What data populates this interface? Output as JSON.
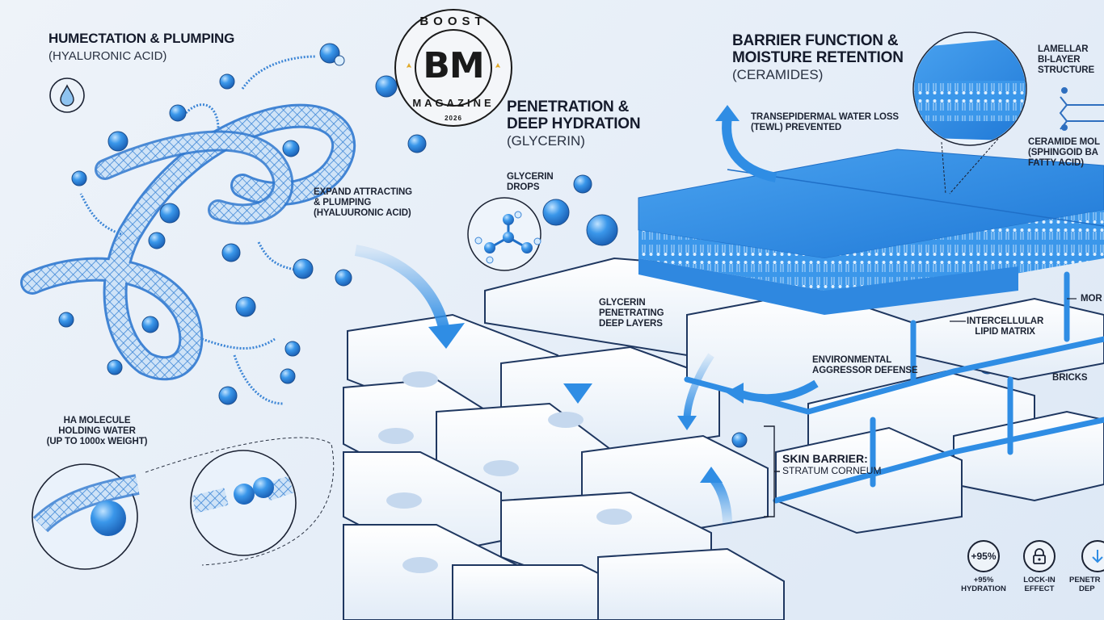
{
  "logo": {
    "top_text": "BOOST",
    "monogram": "BM",
    "bottom_text": "MAGAZINE",
    "year": "2026"
  },
  "sections": {
    "humectation": {
      "title": "HUMECTATION & PLUMPING",
      "subtitle": "(HYALURONIC ACID)",
      "icon": "water-drop-icon",
      "labels": {
        "expand": [
          "EXPAND ATTRACTING",
          "& PLUMPING",
          "(HYALUURONIC ACID)"
        ],
        "ha_molecule": [
          "HA MOLECULE",
          "HOLDING WATER",
          "(UP TO 1000x WEIGHT)"
        ]
      }
    },
    "penetration": {
      "title_line1": "PENETRATION &",
      "title_line2": "DEEP HYDRATION",
      "subtitle": "(GLYCERIN)",
      "labels": {
        "drops": [
          "GLYCERIN",
          "DROPS"
        ],
        "penetrating": [
          "GLYCERIN",
          "PENETRATING",
          "DEEP LAYERS"
        ]
      }
    },
    "barrier": {
      "title_line1": "BARRIER FUNCTION &",
      "title_line2": "MOISTURE RETENTION",
      "subtitle": "(CERAMIDES)",
      "labels": {
        "tewl": [
          "TRANSEPIDERMAL WATER LOSS",
          "(TEWL) PREVENTED"
        ],
        "lamellar": [
          "LAMELLAR",
          "BI-LAYER",
          "STRUCTURE"
        ],
        "ceramide": [
          "CERAMIDE MOL",
          "(SPHINGOID BA",
          "FATTY ACID)"
        ],
        "intercellular": [
          "INTERCELLULAR",
          "LIPID MATRIX"
        ],
        "mortar": "MOR",
        "bricks": "BRICKS",
        "environmental": [
          "ENVIRONMENTAL",
          "AGGRESSOR DEFENSE"
        ],
        "skin_barrier_title": "SKIN BARRIER:",
        "skin_barrier_sub": "STRATUM CORNEUM"
      }
    }
  },
  "badges": [
    {
      "icon_text": "+95%",
      "icon": "hydration-drop-icon",
      "label": [
        "+95%",
        "HYDRATION"
      ]
    },
    {
      "icon_text": "",
      "icon": "lock-icon",
      "label": [
        "LOCK-IN",
        "EFFECT"
      ]
    },
    {
      "icon_text": "",
      "icon": "down-arrow-icon",
      "label": [
        "PENETR",
        "DEP"
      ]
    }
  ],
  "colors": {
    "accent": "#2f8de4",
    "accent_dark": "#1f6fc7",
    "water": "#3a95e6",
    "text": "#151b2c",
    "background": "#eaf1f8"
  }
}
